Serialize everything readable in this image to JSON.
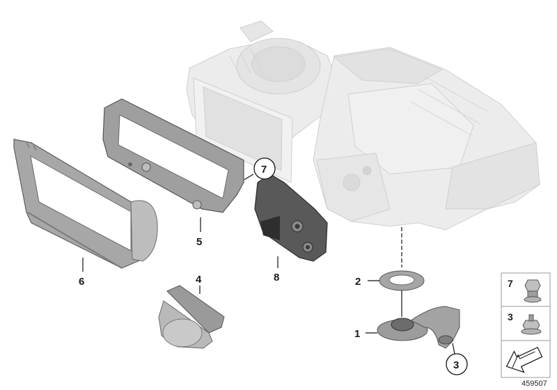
{
  "diagram": {
    "callouts": {
      "p1": "1",
      "p2": "2",
      "p3": "3",
      "p4": "4",
      "p5": "5",
      "p6": "6",
      "p7": "7",
      "p8": "8"
    },
    "legend": {
      "row1": "7",
      "row2": "3"
    },
    "document_number": "459507"
  }
}
